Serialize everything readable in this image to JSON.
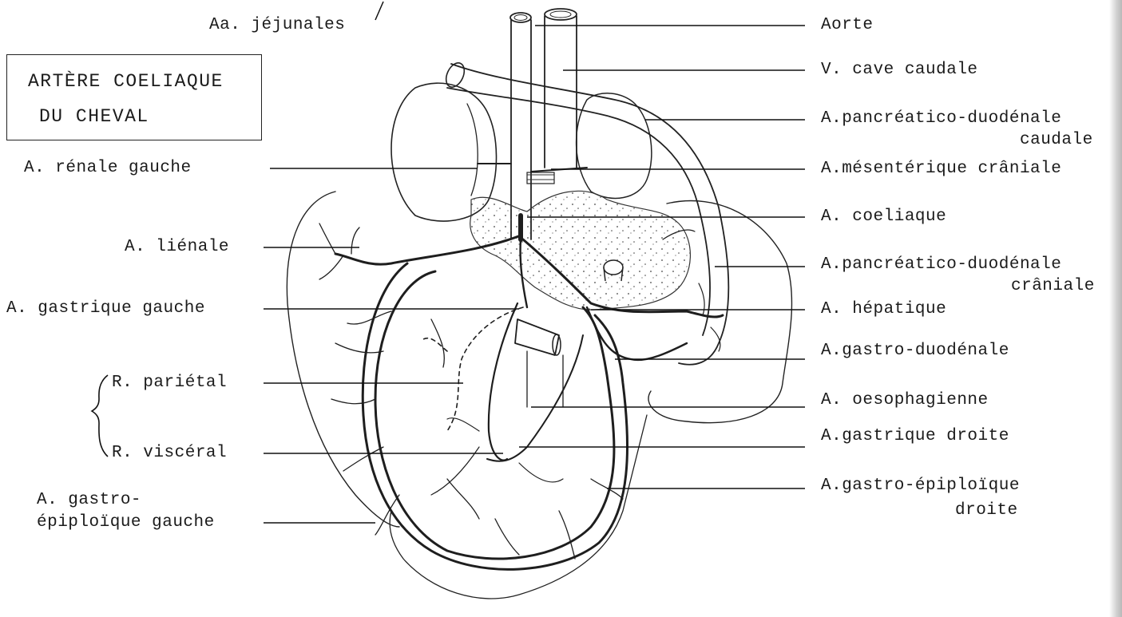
{
  "title": {
    "line1": "ARTÈRE COELIAQUE",
    "line2": "DU CHEVAL"
  },
  "labels_left": {
    "jejunales": "Aa. jéjunales",
    "renale_gauche": "A. rénale gauche",
    "lienale": "A. liénale",
    "gastrique_gauche": "A. gastrique gauche",
    "parietal": "R. pariétal",
    "visceral": "R. viscéral",
    "gastro_epiploique_gauche_1": "A. gastro-",
    "gastro_epiploique_gauche_2": "épiploïque gauche"
  },
  "labels_right": {
    "aorte": "Aorte",
    "veine_cave": "V. cave caudale",
    "pancreatico_caudale_1": "A.pancréatico-duodénale",
    "pancreatico_caudale_2": "caudale",
    "mesenterique": "A.mésentérique crâniale",
    "coeliaque": "A. coeliaque",
    "pancreatico_craniale_1": "A.pancréatico-duodénale",
    "pancreatico_craniale_2": "crâniale",
    "hepatique": "A. hépatique",
    "gastro_duodenale": "A.gastro-duodénale",
    "oesophagienne": "A. oesophagienne",
    "gastrique_droite": "A.gastrique droite",
    "gastro_epiploique_droite_1": "A.gastro-épiploïque",
    "gastro_epiploique_droite_2": "droite"
  }
}
